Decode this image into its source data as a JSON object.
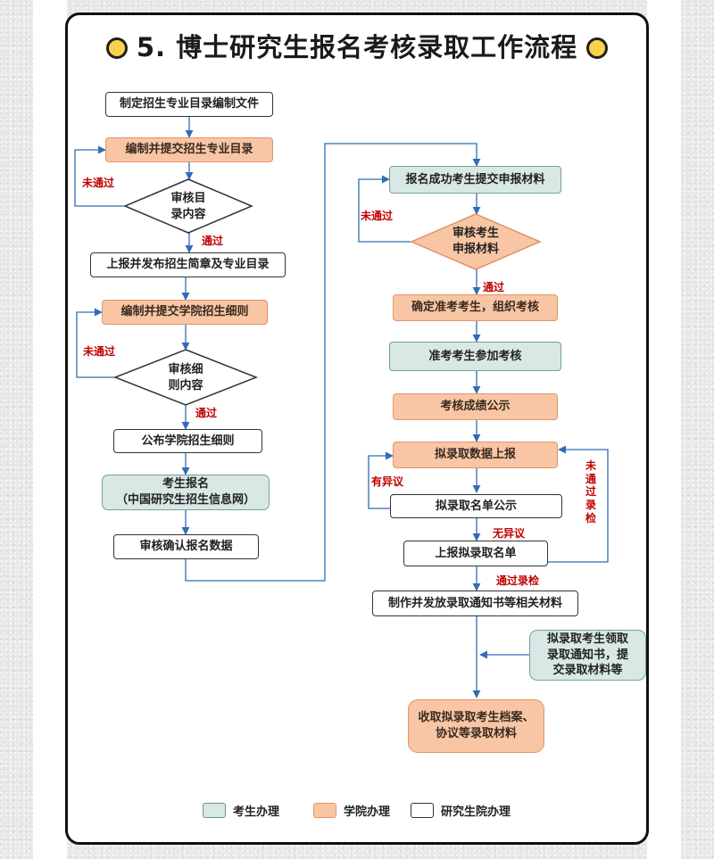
{
  "title": "5. 博士研究生报名考核录取工作流程",
  "left": {
    "n1": "制定招生专业目录编制文件",
    "n2": "编制并提交招生专业目录",
    "d1_line1": "审核目",
    "d1_line2": "录内容",
    "n3": "上报并发布招生简章及专业目录",
    "n4": "编制并提交学院招生细则",
    "d2_line1": "审核细",
    "d2_line2": "则内容",
    "n5": "公布学院招生细则",
    "n6_line1": "考生报名",
    "n6_line2": "（中国研究生招生信息网）",
    "n7": "审核确认报名数据",
    "fail1": "未通过",
    "pass1": "通过",
    "fail2": "未通过",
    "pass2": "通过"
  },
  "right": {
    "n8": "报名成功考生提交申报材料",
    "d3_line1": "审核考生",
    "d3_line2": "申报材料",
    "n9": "确定准考考生，组织考核",
    "n10": "准考考生参加考核",
    "n11": "考核成绩公示",
    "n12": "拟录取数据上报",
    "n13": "拟录取名单公示",
    "n14": "上报拟录取名单",
    "n15": "制作并发放录取通知书等相关材料",
    "n16_line1": "拟录取考生领取",
    "n16_line2": "录取通知书，提",
    "n16_line3": "交录取材料等",
    "n17_line1": "收取拟录取考生档案、",
    "n17_line2": "协议等录取材料",
    "fail3": "未通过",
    "pass3": "通过",
    "objection": "有异议",
    "no_objection": "无异议",
    "pass_check": "通过录检",
    "fail_check_chars": [
      "未",
      "通",
      "过",
      "录",
      "检"
    ]
  },
  "legend": [
    {
      "label": "考生办理",
      "color": "#d8e8e5"
    },
    {
      "label": "学院办理",
      "color": "#f8c6a4"
    },
    {
      "label": "研究生院办理",
      "color": "#ffffff"
    }
  ]
}
